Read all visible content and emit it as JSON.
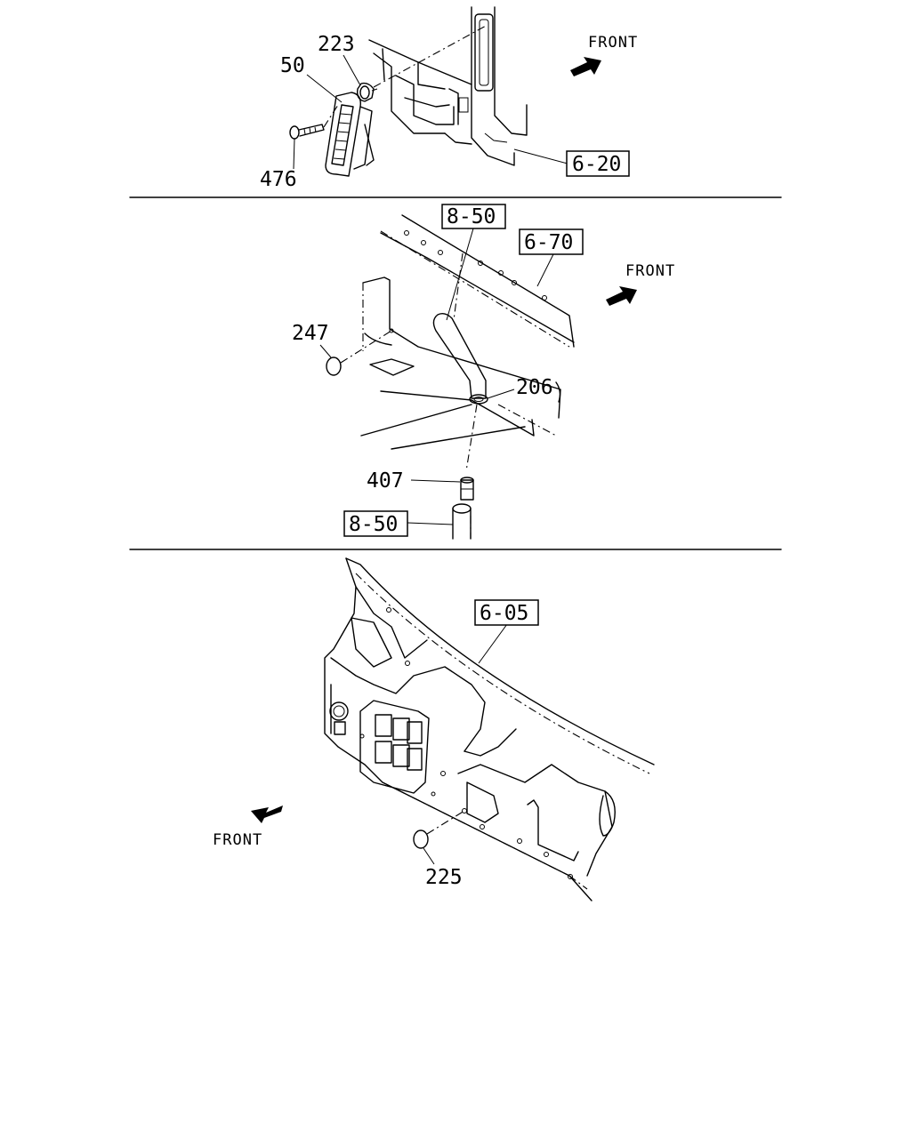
{
  "panels": {
    "top": {
      "front_label": "FRONT",
      "callouts": [
        "223",
        "50",
        "476"
      ],
      "refs": [
        "6-20"
      ]
    },
    "middle": {
      "front_label": "FRONT",
      "callouts": [
        "247",
        "206",
        "407"
      ],
      "refs": [
        "8-50",
        "6-70",
        "8-50"
      ]
    },
    "bottom": {
      "front_label": "FRONT",
      "callouts": [
        "225"
      ],
      "refs": [
        "6-05"
      ]
    }
  },
  "colors": {
    "line": "#000000",
    "background": "#ffffff"
  }
}
